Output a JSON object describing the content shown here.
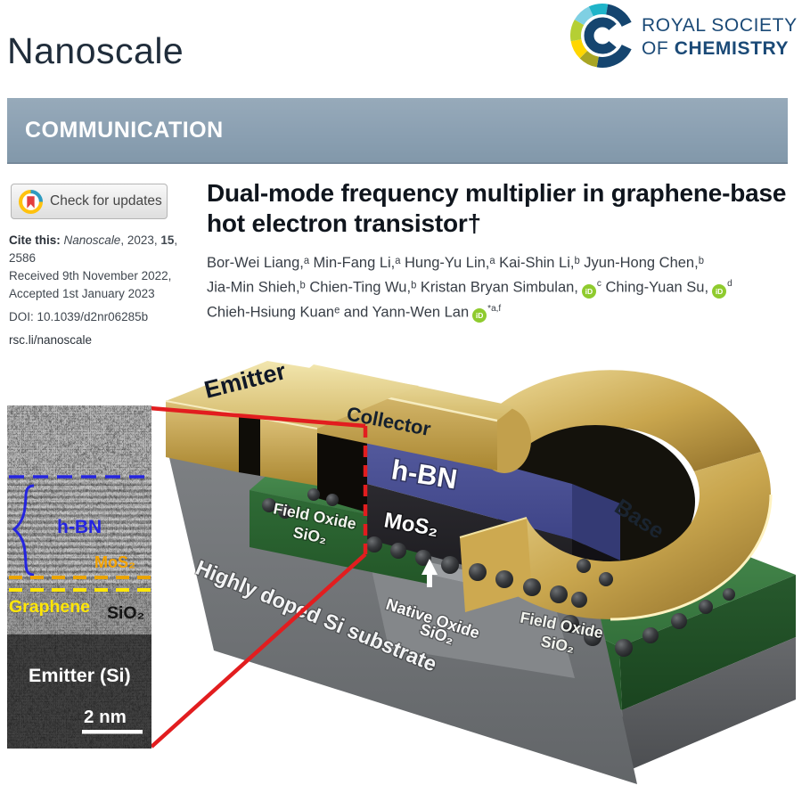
{
  "header": {
    "journal_name": "Nanoscale",
    "rsc_line1": "ROYAL SOCIETY",
    "rsc_line2_normal": "OF ",
    "rsc_line2_bold": "CHEMISTRY",
    "article_type": "COMMUNICATION"
  },
  "left_column": {
    "check_for_updates": "Check for updates",
    "cite_label": "Cite this:",
    "cite_journal": "Nanoscale",
    "cite_year": ", 2023, ",
    "cite_volume": "15",
    "cite_page": ", 2586",
    "received": "Received 9th November 2022,",
    "accepted": "Accepted 1st January 2023",
    "doi": "DOI: 10.1039/d2nr06285b",
    "link": "rsc.li/nanoscale"
  },
  "article": {
    "title_line1": "Dual-mode frequency multiplier in graphene-base",
    "title_line2": "hot electron transistor†",
    "authors": {
      "line1": "Bor-Wei Liang,ᵃ Min-Fang Li,ᵃ Hung-Yu Lin,ᵃ Kai-Shin Li,ᵇ Jyun-Hong Chen,ᵇ",
      "line2_text1": "Jia-Min Shieh,ᵇ Chien-Ting Wu,ᵇ Kristan Bryan Simbulan,",
      "line2_sup1": "c",
      "line2_text2": "Ching-Yuan Su,",
      "line2_sup2": "d",
      "line3_text1": "Chieh-Hsiung Kuanᵉ and Yann-Wen Lan",
      "line3_sup": "*a,f",
      "orcid_label": "iD"
    }
  },
  "figure": {
    "device": {
      "emitter": "Emitter",
      "collector": "Collector",
      "hbn": "h-BN",
      "mos2": "MoS₂",
      "base": "Base",
      "field_oxide_line1": "Field Oxide",
      "field_oxide_line2": "SiO₂",
      "native_line1": "Native Oxide",
      "native_line2": "SiO₂",
      "substrate": "Highly doped Si substrate"
    },
    "tem": {
      "hbn": "h-BN",
      "mos2": "MoS₂",
      "graphene": "Graphene",
      "sio2": "SiO₂",
      "emitter": "Emitter (Si)",
      "scale_bar": "2 nm"
    }
  },
  "colors": {
    "accent_red": "#e21d1f",
    "orcid_green": "#8fcb2e",
    "banner_bg": "#8ba0b2",
    "rsc_navy": "#1b4a77",
    "gold": "#cfae5e",
    "hbn_blue": "#4b5199",
    "oxide_green": "#2c6733",
    "substrate_gray": "#737679"
  }
}
